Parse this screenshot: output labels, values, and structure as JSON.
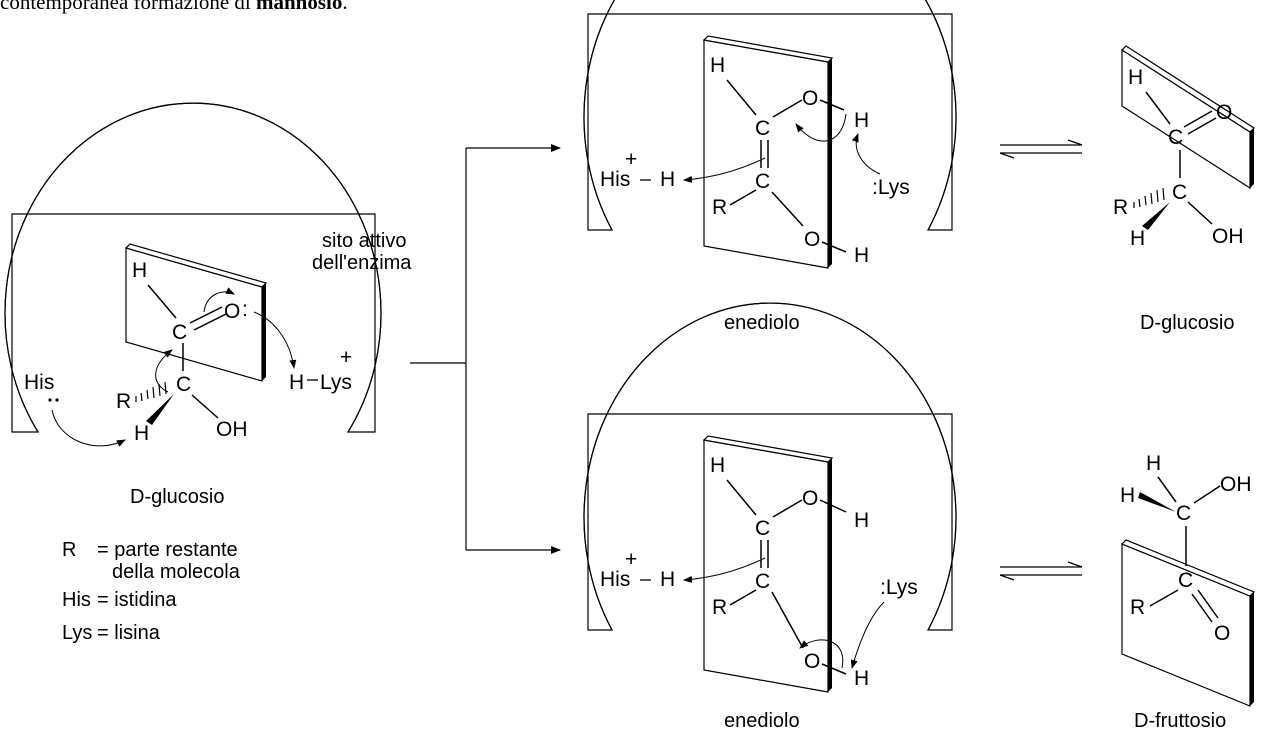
{
  "header": {
    "text": "contemporanea formazione di",
    "bold": "mannosio",
    "tail": "."
  },
  "active_site_label": [
    "sito attivo",
    "dell'enzima"
  ],
  "atoms": {
    "H": "H",
    "O": "O",
    "C": "C",
    "R": "R",
    "OH": "OH",
    "lone_pair": ":",
    "plus": "+",
    "minus": "–",
    "His": "His",
    "Lys": "Lys",
    "Lys_lone": ":Lys"
  },
  "captions": {
    "start": "D-glucosio",
    "top_intermediate": "enediolo",
    "top_product": "D-glucosio",
    "bottom_intermediate": "enediolo",
    "bottom_product": "D-fruttosio"
  },
  "legend": [
    {
      "symbol": "R",
      "eq": "= parte restante",
      "cont": "della molecola"
    },
    {
      "symbol": "His",
      "eq": "= istidina"
    },
    {
      "symbol": "Lys",
      "eq": "= lisina"
    }
  ]
}
